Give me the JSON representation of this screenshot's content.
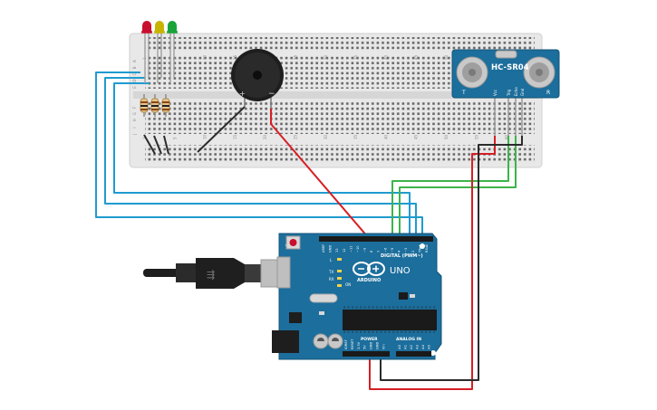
{
  "sensor": {
    "model": "HC-SR04",
    "left_mark": "T",
    "right_mark": "R",
    "pins": [
      "Vcc",
      "Trig",
      "Echo",
      "Gnd"
    ]
  },
  "buzzer": {
    "plus": "+",
    "minus": "−"
  },
  "arduino": {
    "brand": "ARDUINO",
    "model": "UNO",
    "digital_label": "DIGITAL (PWM~)",
    "power_label": "POWER",
    "analog_label": "ANALOG IN",
    "reset_label": "RESET",
    "tx": "TX",
    "rx": "RX",
    "l": "L",
    "on": "ON",
    "top_pins": [
      "AREF",
      "GND",
      "13",
      "12",
      "~11",
      "~10",
      "~9",
      "8",
      "7",
      "~6",
      "~5",
      "4",
      "~3",
      "2",
      "TX▸1",
      "RX◂0"
    ],
    "power_pins": [
      "IOREF",
      "RESET",
      "3.3V",
      "5V",
      "GND",
      "GND",
      "Vin"
    ],
    "analog_pins": [
      "A0",
      "A1",
      "A2",
      "A3",
      "A4",
      "A5"
    ]
  },
  "breadboard": {
    "row_letters": [
      "A",
      "B",
      "C",
      "D",
      "E",
      "F",
      "G",
      "H",
      "I",
      "J"
    ],
    "column_numbers": [
      "1",
      "5",
      "10",
      "15",
      "20",
      "25",
      "30",
      "35",
      "40",
      "45",
      "50",
      "55",
      "60"
    ]
  },
  "leds": [
    {
      "color": "#c8102e"
    },
    {
      "color": "#c8b400"
    },
    {
      "color": "#1aa33a"
    }
  ],
  "colors": {
    "board": "#1c6e9c",
    "wire_blue": "#1f9bd0",
    "wire_green": "#3cb44a",
    "wire_red": "#d61f26",
    "wire_black": "#2b2b2b"
  }
}
